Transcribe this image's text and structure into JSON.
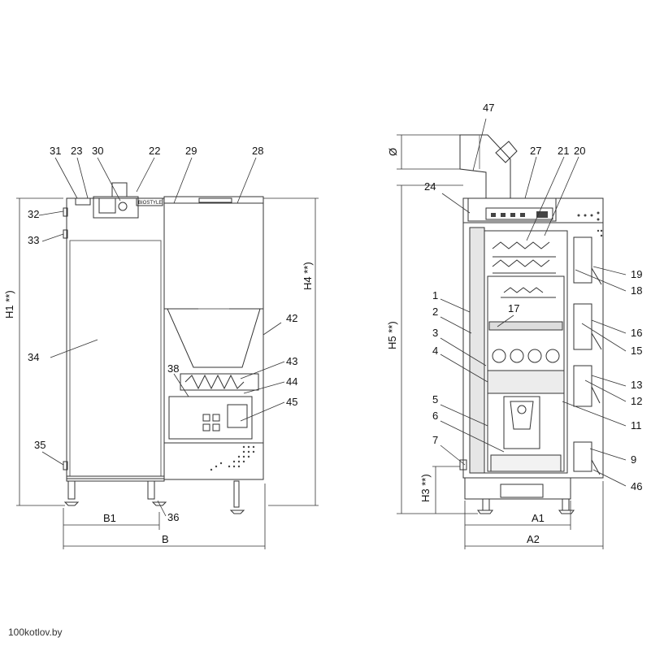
{
  "watermark": "100kotlov.by",
  "left_view": {
    "callouts": [
      "31",
      "23",
      "30",
      "22",
      "29",
      "28",
      "32",
      "33",
      "34",
      "35",
      "36",
      "38",
      "42",
      "43",
      "44",
      "45"
    ],
    "brand_label": "BIOSTYLE",
    "dimensions": {
      "h1": "H1 **)",
      "h4": "H4 **)",
      "b1": "B1",
      "b": "B"
    }
  },
  "right_view": {
    "callouts": [
      "47",
      "27",
      "21",
      "20",
      "24",
      "19",
      "18",
      "1",
      "2",
      "17",
      "16",
      "15",
      "3",
      "4",
      "13",
      "12",
      "5",
      "6",
      "11",
      "7",
      "9",
      "46"
    ],
    "dimensions": {
      "diameter": "Ø",
      "h5": "H5 **)",
      "h3": "H3 **)",
      "a1": "A1",
      "a2": "A2"
    }
  }
}
